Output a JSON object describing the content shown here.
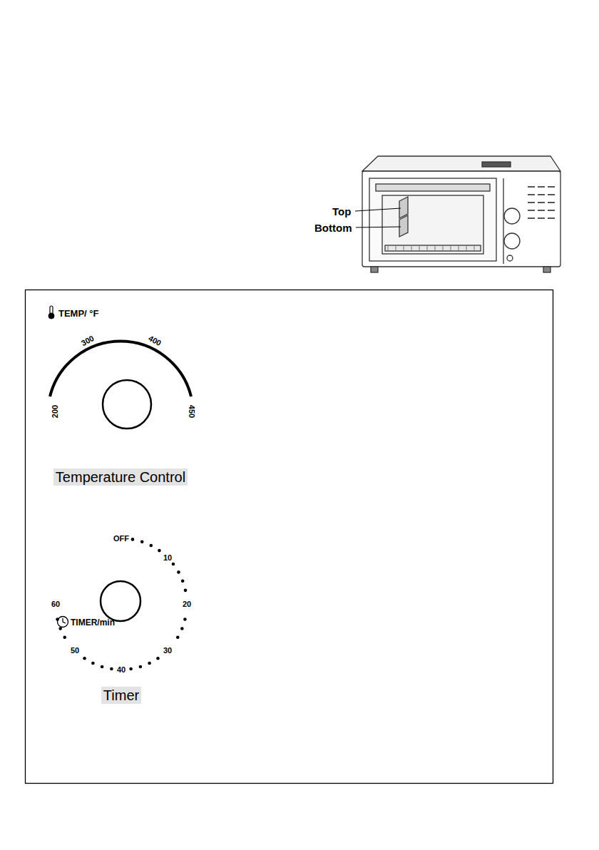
{
  "diagram": {
    "nodes": [
      {
        "text": [
          "Temperature Control"
        ]
      },
      {
        "text": [
          "Timer"
        ]
      }
    ],
    "labels": [
      "Top",
      "Bottom",
      "TEMP/ °F",
      "200",
      "300",
      "400",
      "450",
      "TIMER/min",
      "OFF",
      "10",
      "20",
      "30",
      "40",
      "50",
      "60"
    ]
  }
}
